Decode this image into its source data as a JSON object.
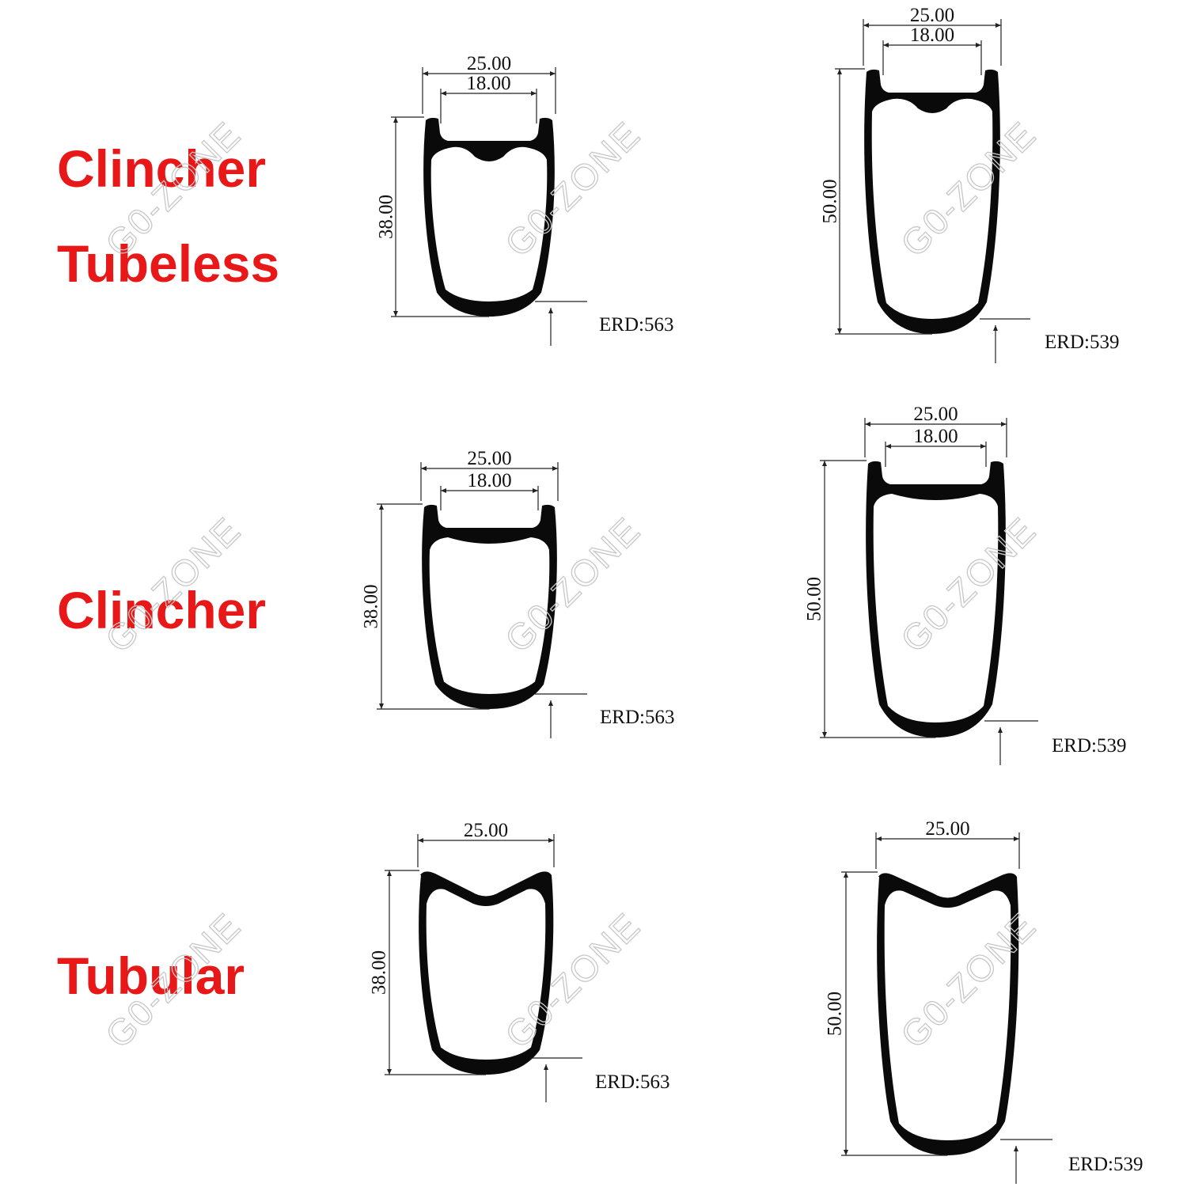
{
  "rows": [
    {
      "labels": [
        "Clincher",
        "Tubeless"
      ],
      "profiles": [
        {
          "outer_width": "25.00",
          "inner_width": "18.00",
          "height": "38.00",
          "erd": "ERD:563"
        },
        {
          "outer_width": "25.00",
          "inner_width": "18.00",
          "height": "50.00",
          "erd": "ERD:539"
        }
      ]
    },
    {
      "labels": [
        "Clincher"
      ],
      "profiles": [
        {
          "outer_width": "25.00",
          "inner_width": "18.00",
          "height": "38.00",
          "erd": "ERD:563"
        },
        {
          "outer_width": "25.00",
          "inner_width": "18.00",
          "height": "50.00",
          "erd": "ERD:539"
        }
      ]
    },
    {
      "labels": [
        "Tubular"
      ],
      "profiles": [
        {
          "outer_width": "25.00",
          "height": "38.00",
          "erd": "ERD:563"
        },
        {
          "outer_width": "25.00",
          "height": "50.00",
          "erd": "ERD:539"
        }
      ]
    }
  ],
  "watermark": "G0-ZONE",
  "colors": {
    "label": "#e81818",
    "rim": "#0a0a0a",
    "watermark": "#c8c8c8"
  }
}
